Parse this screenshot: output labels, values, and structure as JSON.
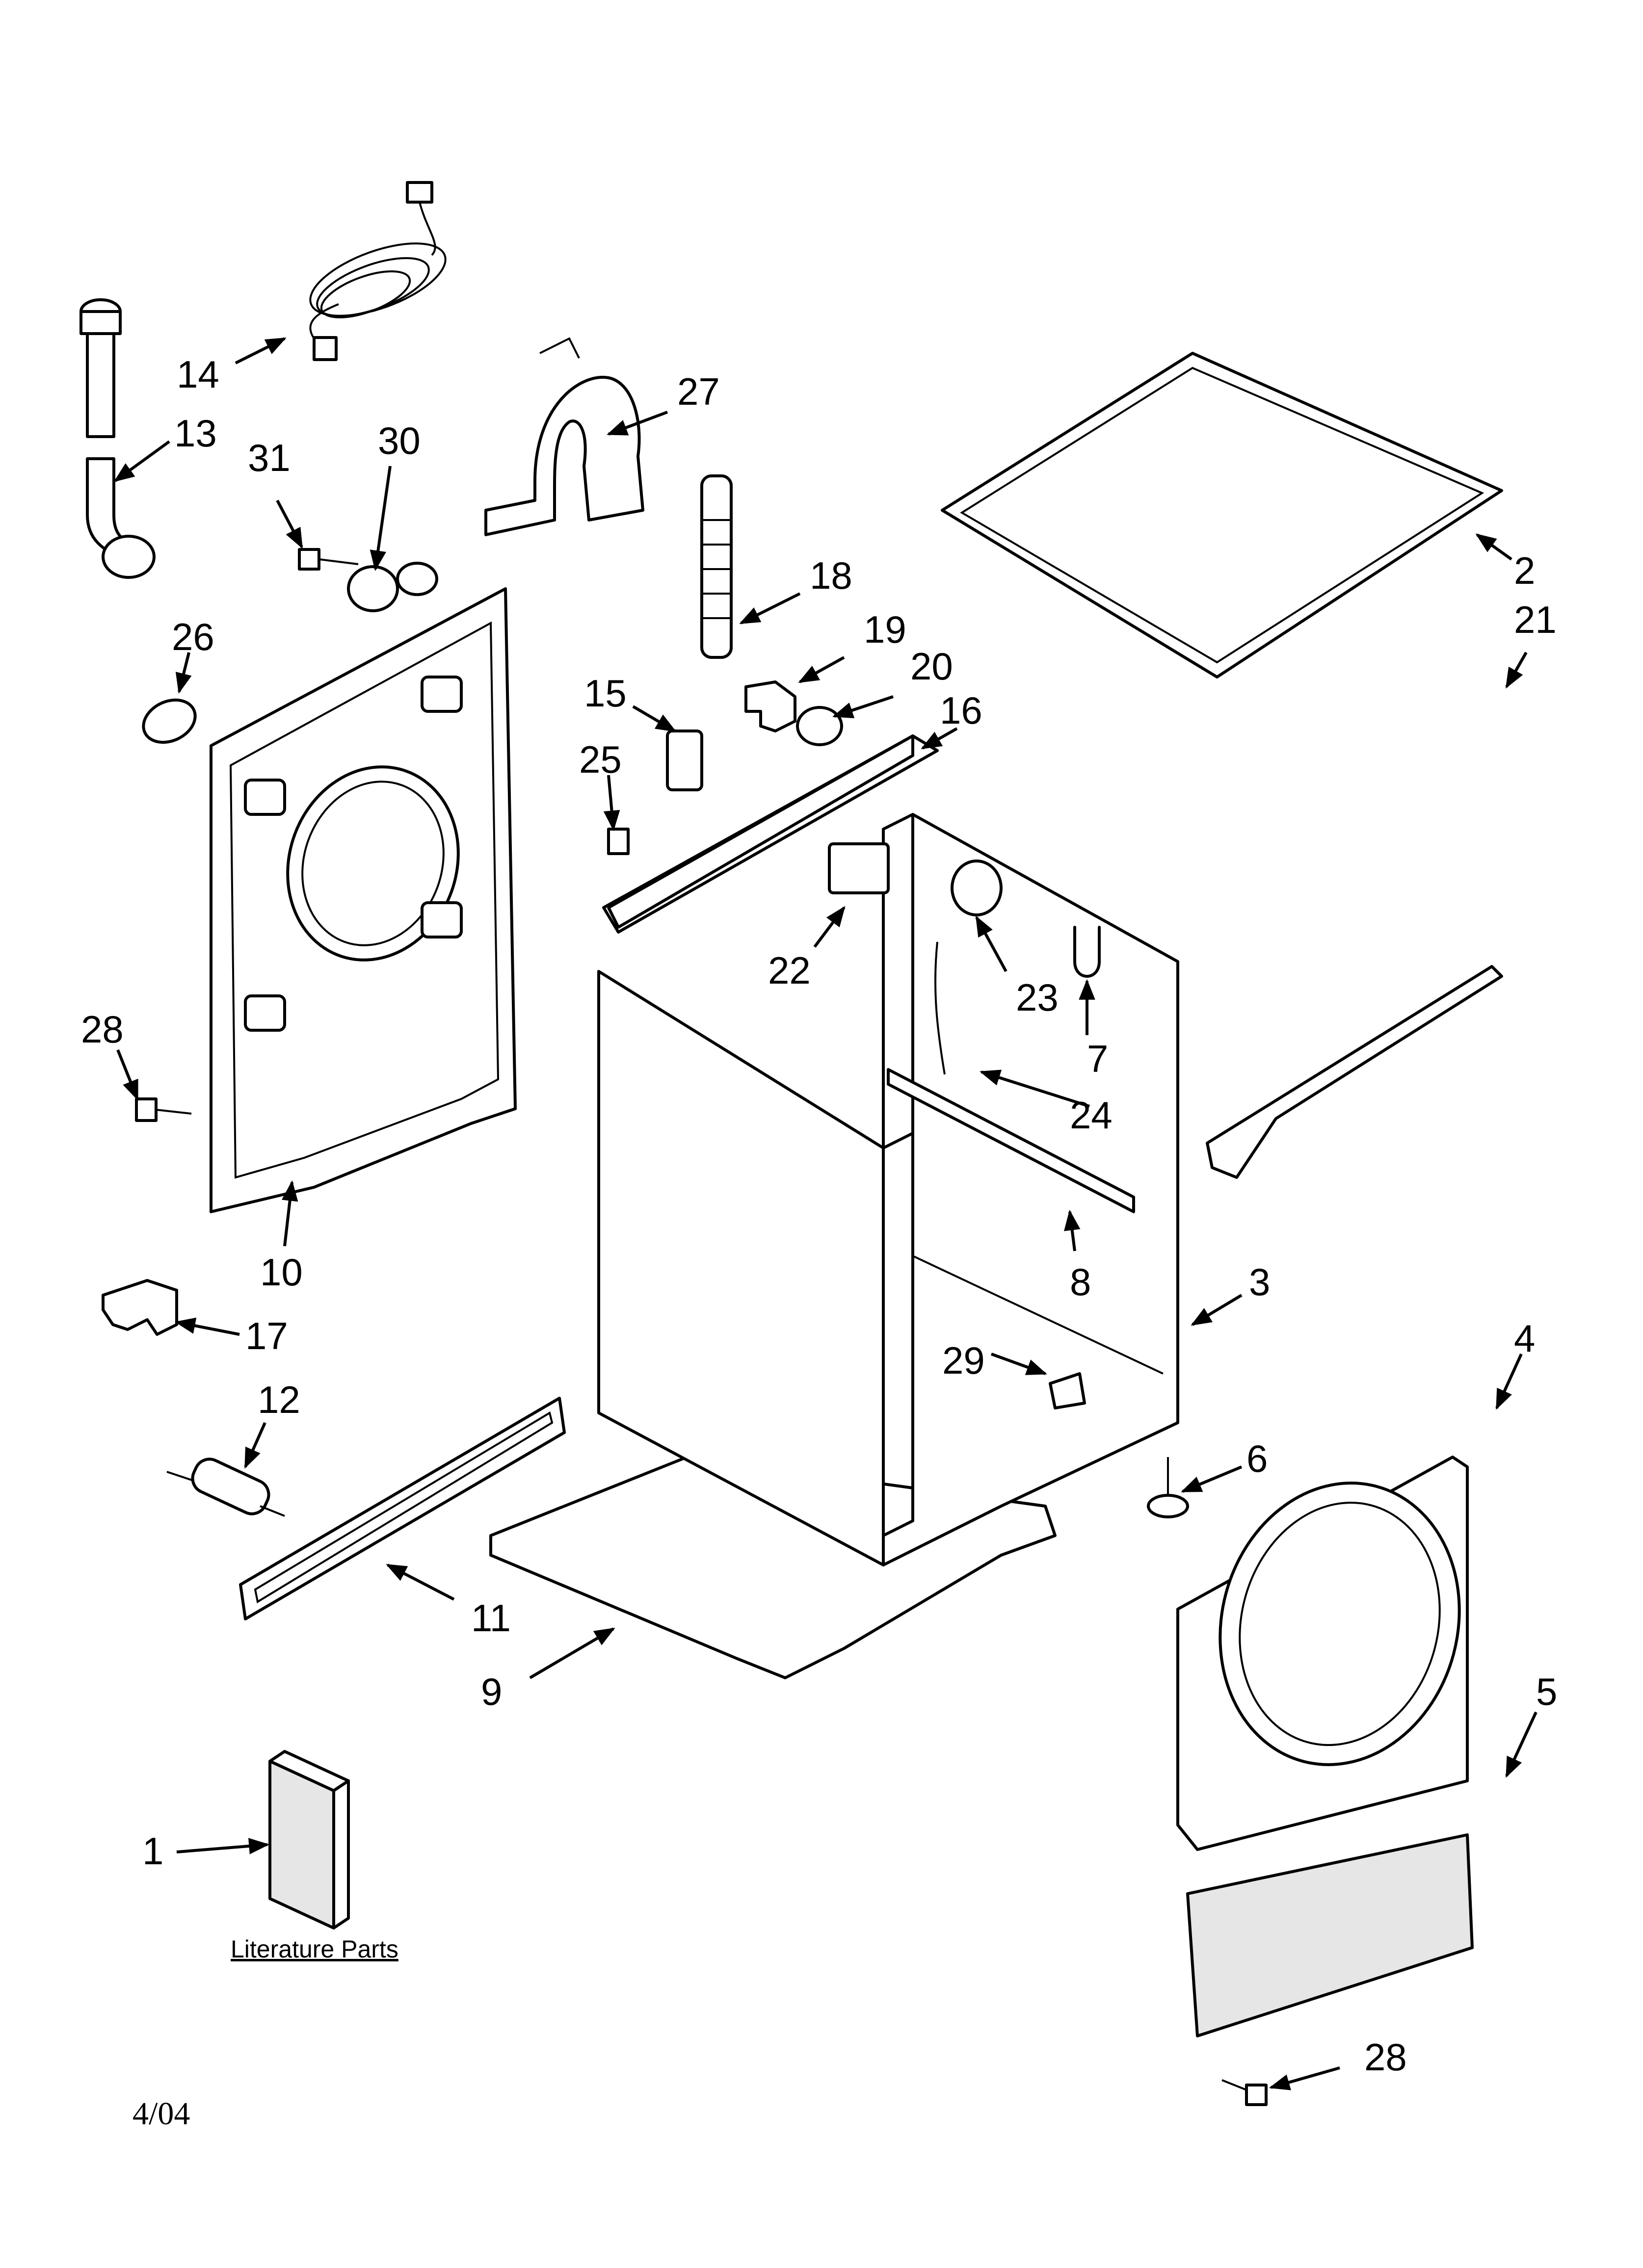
{
  "callouts": [
    "1",
    "2",
    "3",
    "4",
    "5",
    "6",
    "7",
    "8",
    "9",
    "10",
    "11",
    "12",
    "13",
    "14",
    "15",
    "16",
    "17",
    "18",
    "19",
    "20",
    "21",
    "22",
    "23",
    "24",
    "25",
    "26",
    "27",
    "28",
    "28",
    "29",
    "30",
    "31"
  ],
  "caption": "Literature Parts",
  "date": "4/04",
  "colors": {
    "line": "#000000",
    "background": "#ffffff",
    "shade": "#e6e6e6"
  }
}
